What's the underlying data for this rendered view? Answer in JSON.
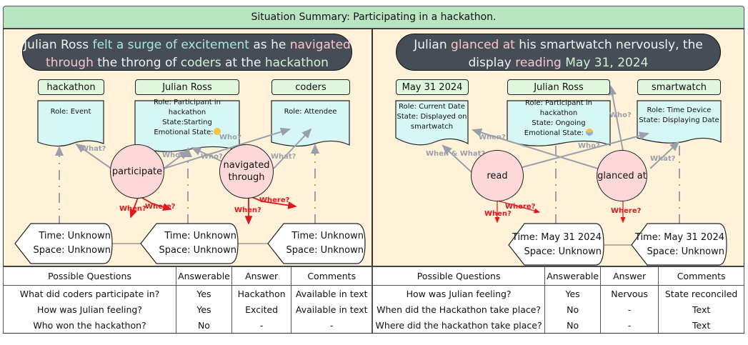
{
  "summary": "Situation Summary: Participating in a hackathon.",
  "left": {
    "sentence": [
      {
        "text": "Julian Ross ",
        "style": "plain"
      },
      {
        "text": "felt a surge of excitement",
        "style": "teal"
      },
      {
        "text": " as he ",
        "style": "plain"
      },
      {
        "text": "navigated through",
        "style": "pink"
      },
      {
        "text": " the throng of ",
        "style": "plain"
      },
      {
        "text": "coders",
        "style": "green"
      },
      {
        "text": " at the ",
        "style": "plain"
      },
      {
        "text": "hackathon",
        "style": "green"
      }
    ],
    "entities": [
      {
        "title": "hackathon",
        "lines": [
          "Role: Event"
        ]
      },
      {
        "title": "Julian Ross",
        "lines": [
          "Role: Participant in hackathon",
          "State:Starting",
          "Emotional State:"
        ],
        "emotion_icon": "grinning-face-icon",
        "emotion_color": "#f5c242"
      },
      {
        "title": "coders",
        "lines": [
          "Role: Attendee"
        ]
      }
    ],
    "events": [
      "participate",
      "navigated through"
    ],
    "edge_labels": {
      "what1": "What?",
      "who1": "Who?",
      "who2": "Who?",
      "who3": "Who?",
      "what2": "What?",
      "when1": "When?",
      "where1": "Where?",
      "when2": "When?",
      "where2": "Where?"
    },
    "timespace": [
      {
        "time": "Time: Unknown",
        "space": "Space: Unknown"
      },
      {
        "time": "Time: Unknown",
        "space": "Space: Unknown"
      },
      {
        "time": "Time: Unknown",
        "space": "Space: Unknown"
      }
    ],
    "table": {
      "headers": [
        "Possible Questions",
        "Answerable",
        "Answer",
        "Comments"
      ],
      "rows": [
        [
          "What did coders participate in?",
          "Yes",
          "Hackathon",
          "Available in text"
        ],
        [
          "How was Julian feeling?",
          "Yes",
          "Excited",
          "Available in text"
        ],
        [
          "Who won the hackathon?",
          "No",
          "-",
          "-"
        ]
      ]
    }
  },
  "right": {
    "sentence": [
      {
        "text": "Julian ",
        "style": "plain"
      },
      {
        "text": "glanced at",
        "style": "pink"
      },
      {
        "text": " his smartwatch nervously, the display ",
        "style": "plain"
      },
      {
        "text": "reading",
        "style": "pink"
      },
      {
        "text": " May 31, 2024",
        "style": "green"
      }
    ],
    "entities": [
      {
        "title": "May 31 2024",
        "lines": [
          "Role: Current Date",
          "State: Displayed on",
          "smartwatch"
        ]
      },
      {
        "title": "Julian Ross",
        "lines": [
          "Role: Participant in hackathon",
          "State: Ongoing",
          "Emotional State: "
        ],
        "emotion_icon": "anxious-face-icon",
        "emotion_color": "#7fb1e6"
      },
      {
        "title": "smartwatch",
        "lines": [
          "Role: Time Device",
          "State: Displaying Date"
        ]
      }
    ],
    "events": [
      "read",
      "glanced at"
    ],
    "edge_labels": {
      "when_what": "When & What?",
      "when": "When?",
      "who1": "Who?",
      "who2": "Who?",
      "what": "What?",
      "when_r": "When?",
      "where_r": "Where?",
      "where_g": "Where?"
    },
    "timespace": [
      {
        "time": "Time: May 31 2024",
        "space": "Space: Unknown"
      },
      {
        "time": "Time: May 31 2024",
        "space": "Space: Unknown"
      }
    ],
    "table": {
      "headers": [
        "Possible Questions",
        "Answerable",
        "Answer",
        "Comments"
      ],
      "rows": [
        [
          "How was Julian feeling?",
          "Yes",
          "Nervous",
          "State reconciled"
        ],
        [
          "When did the Hackathon take place?",
          "No",
          "-",
          "Text"
        ],
        [
          "Where did the hackathon take place?",
          "No",
          "-",
          "Text"
        ]
      ]
    }
  }
}
